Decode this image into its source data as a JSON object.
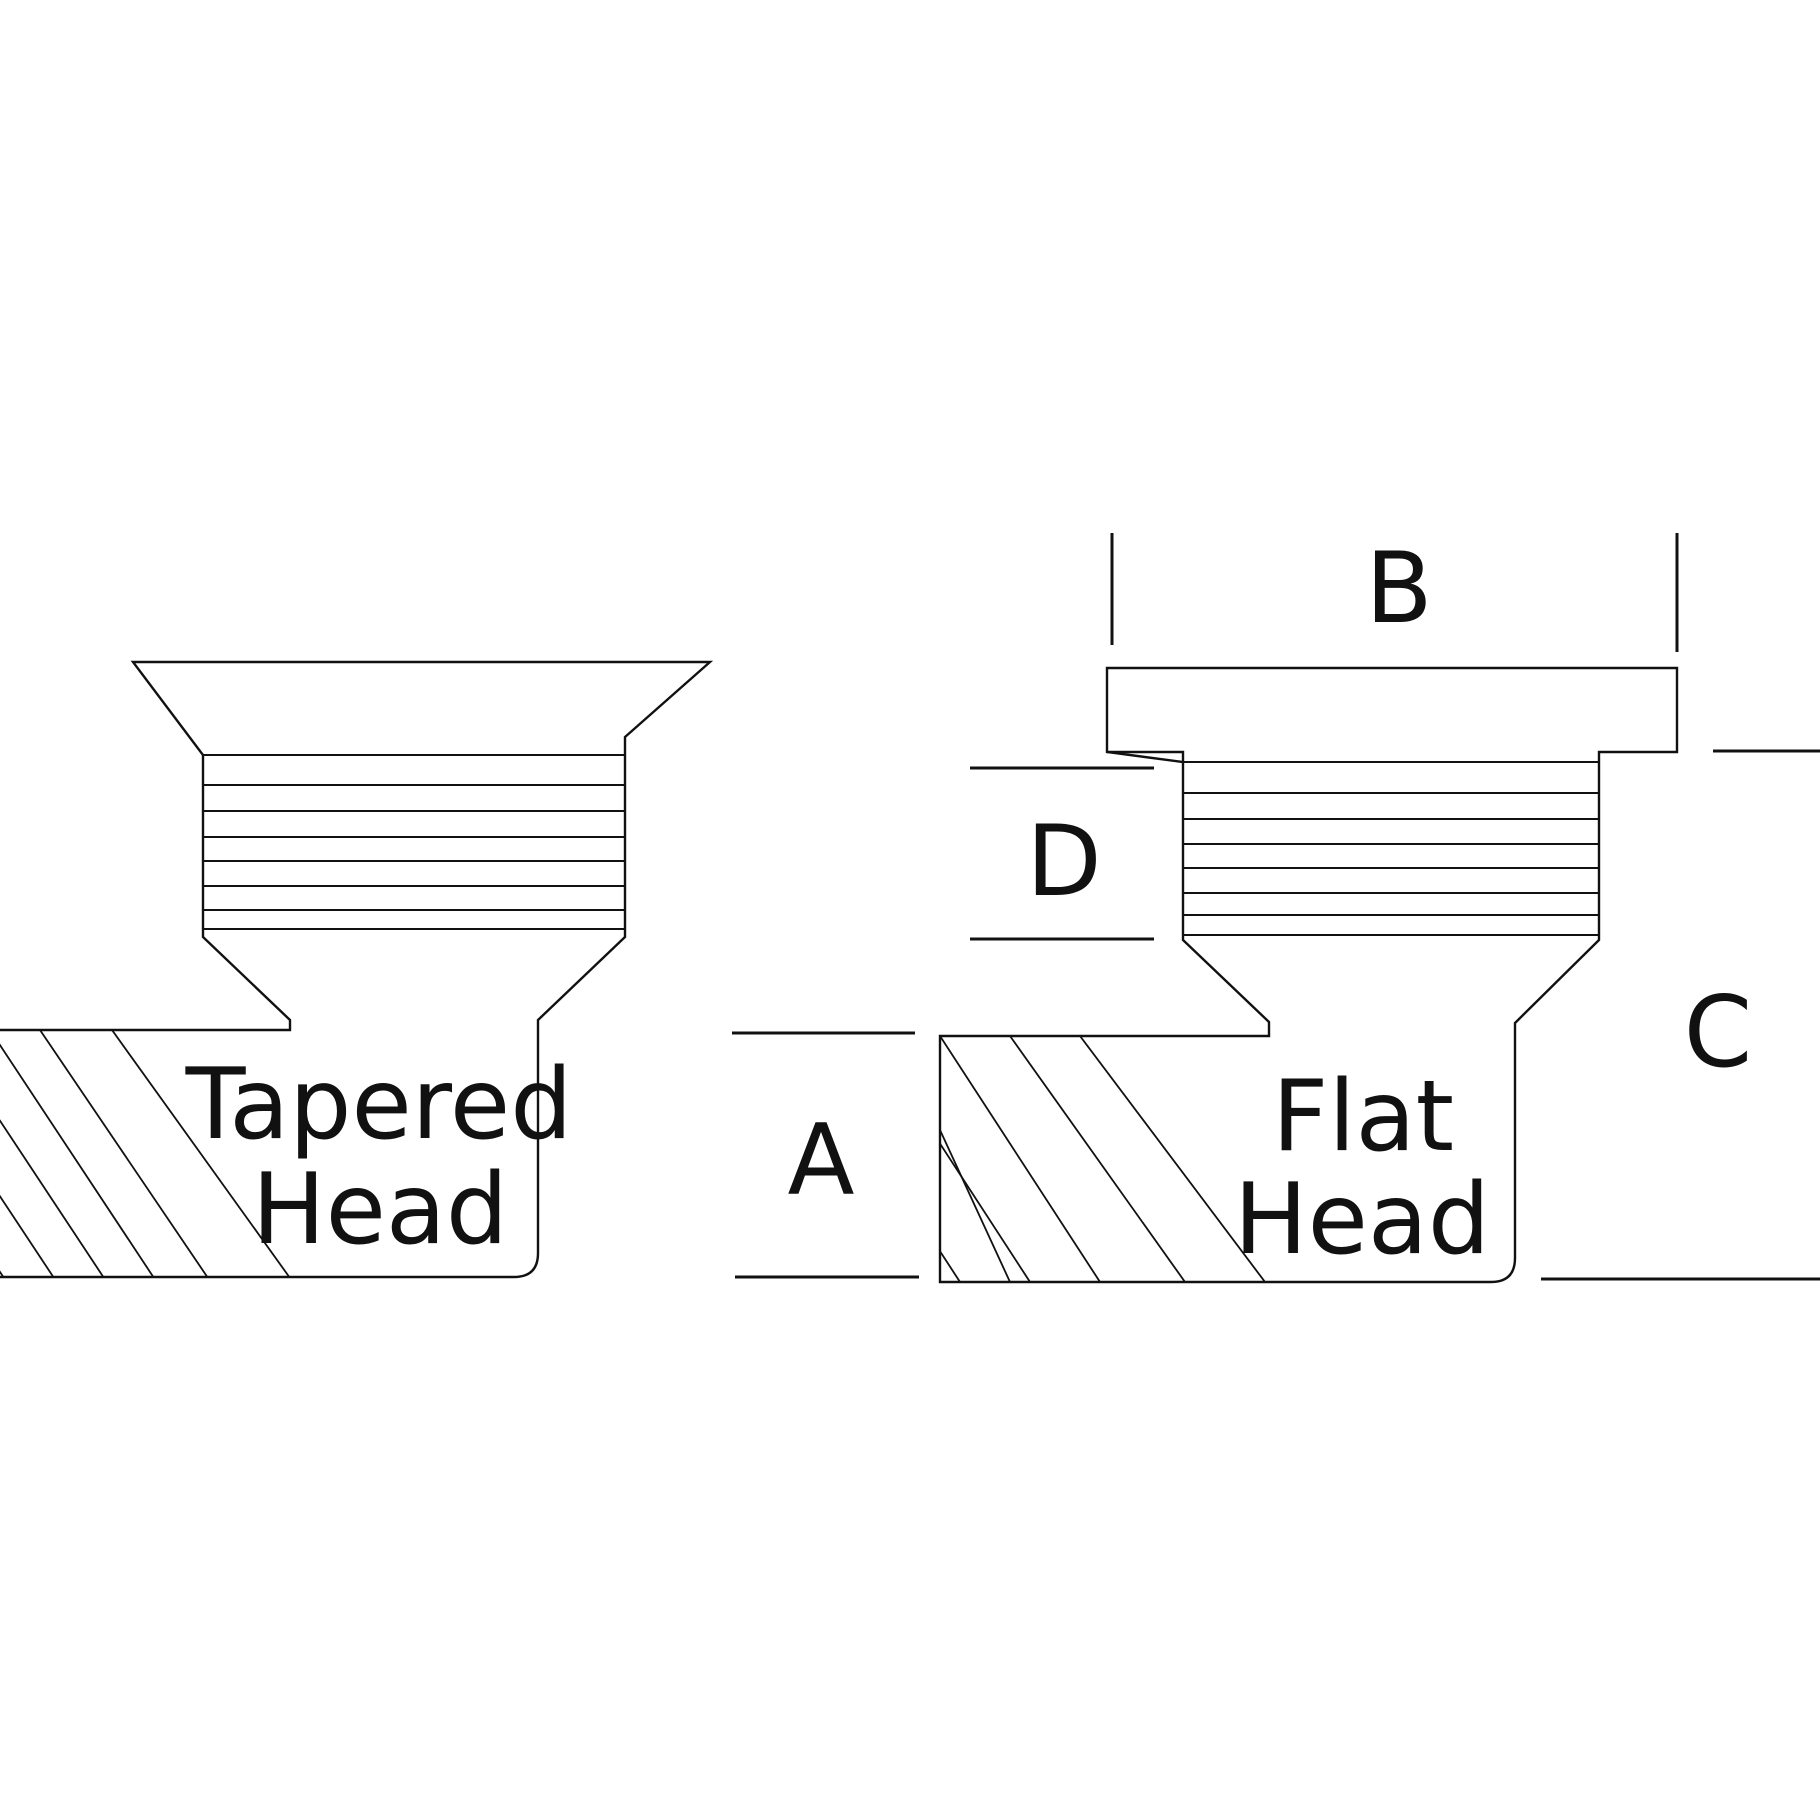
{
  "tapered": {
    "label_line1": "Tapered",
    "label_line2": "Head"
  },
  "flat": {
    "label_line1": "Flat",
    "label_line2": "Head"
  },
  "dimensions": {
    "a": "A",
    "b": "B",
    "c": "C",
    "d": "D"
  }
}
